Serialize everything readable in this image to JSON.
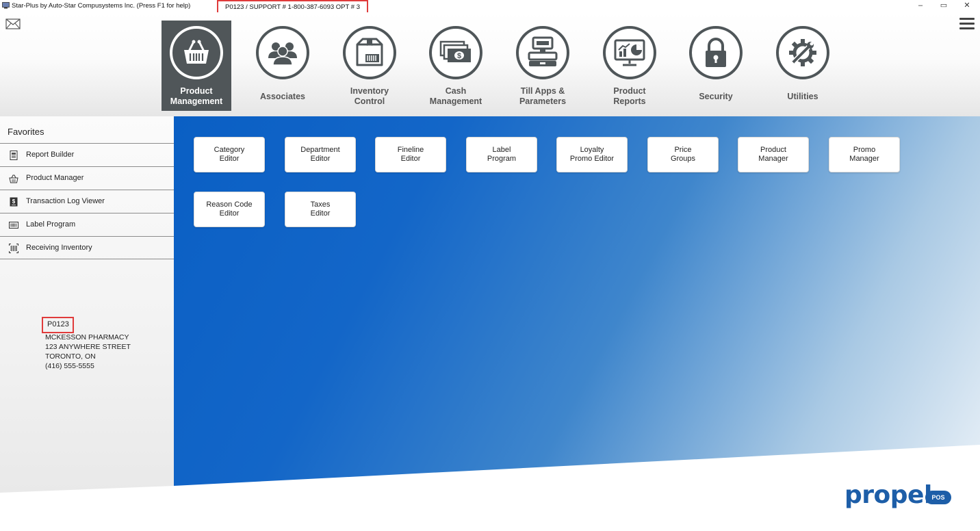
{
  "titlebar": {
    "app_title": "Star-Plus by Auto-Star Compusystems Inc.  (Press F1 for help)",
    "support": "P0123  / SUPPORT # 1-800-387-6093 OPT # 3",
    "minimize": "–",
    "restore": "▭",
    "close": "✕"
  },
  "nav": [
    {
      "label": "Product Management",
      "line1": "Product",
      "line2": "Management",
      "icon": "basket-icon",
      "active": true
    },
    {
      "label": "Associates",
      "line1": "Associates",
      "line2": "",
      "icon": "people-icon",
      "active": false
    },
    {
      "label": "Inventory Control",
      "line1": "Inventory",
      "line2": "Control",
      "icon": "box-icon",
      "active": false
    },
    {
      "label": "Cash Management",
      "line1": "Cash",
      "line2": "Management",
      "icon": "cash-icon",
      "active": false
    },
    {
      "label": "Till Apps & Parameters",
      "line1": "Till Apps &",
      "line2": "Parameters",
      "icon": "register-icon",
      "active": false
    },
    {
      "label": "Product Reports",
      "line1": "Product",
      "line2": "Reports",
      "icon": "report-icon",
      "active": false
    },
    {
      "label": "Security",
      "line1": "Security",
      "line2": "",
      "icon": "lock-icon",
      "active": false
    },
    {
      "label": "Utilities",
      "line1": "Utilities",
      "line2": "",
      "icon": "gear-wrench-icon",
      "active": false
    }
  ],
  "sidebar": {
    "title": "Favorites",
    "items": [
      {
        "label": "Report Builder",
        "icon": "report-builder-icon"
      },
      {
        "label": "Product Manager",
        "icon": "basket-icon"
      },
      {
        "label": "Transaction Log Viewer",
        "icon": "dollar-doc-icon"
      },
      {
        "label": "Label Program",
        "icon": "barcode-label-icon"
      },
      {
        "label": "Receiving Inventory",
        "icon": "barcode-scan-icon"
      }
    ],
    "store": {
      "code": "P0123",
      "name": "MCKESSON PHARMACY",
      "street": "123 ANYWHERE STREET",
      "city": "TORONTO, ON",
      "phone": "(416) 555-5555"
    }
  },
  "tiles": [
    {
      "line1": "Category",
      "line2": "Editor"
    },
    {
      "line1": "Department",
      "line2": "Editor"
    },
    {
      "line1": "Fineline",
      "line2": "Editor"
    },
    {
      "line1": "Label",
      "line2": "Program"
    },
    {
      "line1": "Loyalty",
      "line2": "Promo Editor"
    },
    {
      "line1": "Price",
      "line2": "Groups"
    },
    {
      "line1": "Product",
      "line2": "Manager"
    },
    {
      "line1": "Promo",
      "line2": "Manager"
    },
    {
      "line1": "Reason Code",
      "line2": "Editor"
    },
    {
      "line1": "Taxes",
      "line2": "Editor"
    }
  ],
  "logo": {
    "word": "propel",
    "badge": "POS"
  },
  "colors": {
    "accent_blue": "#0a5fc4",
    "active_nav": "#505659",
    "highlight_red": "#e03b3b",
    "logo_blue": "#1d5ea8"
  }
}
